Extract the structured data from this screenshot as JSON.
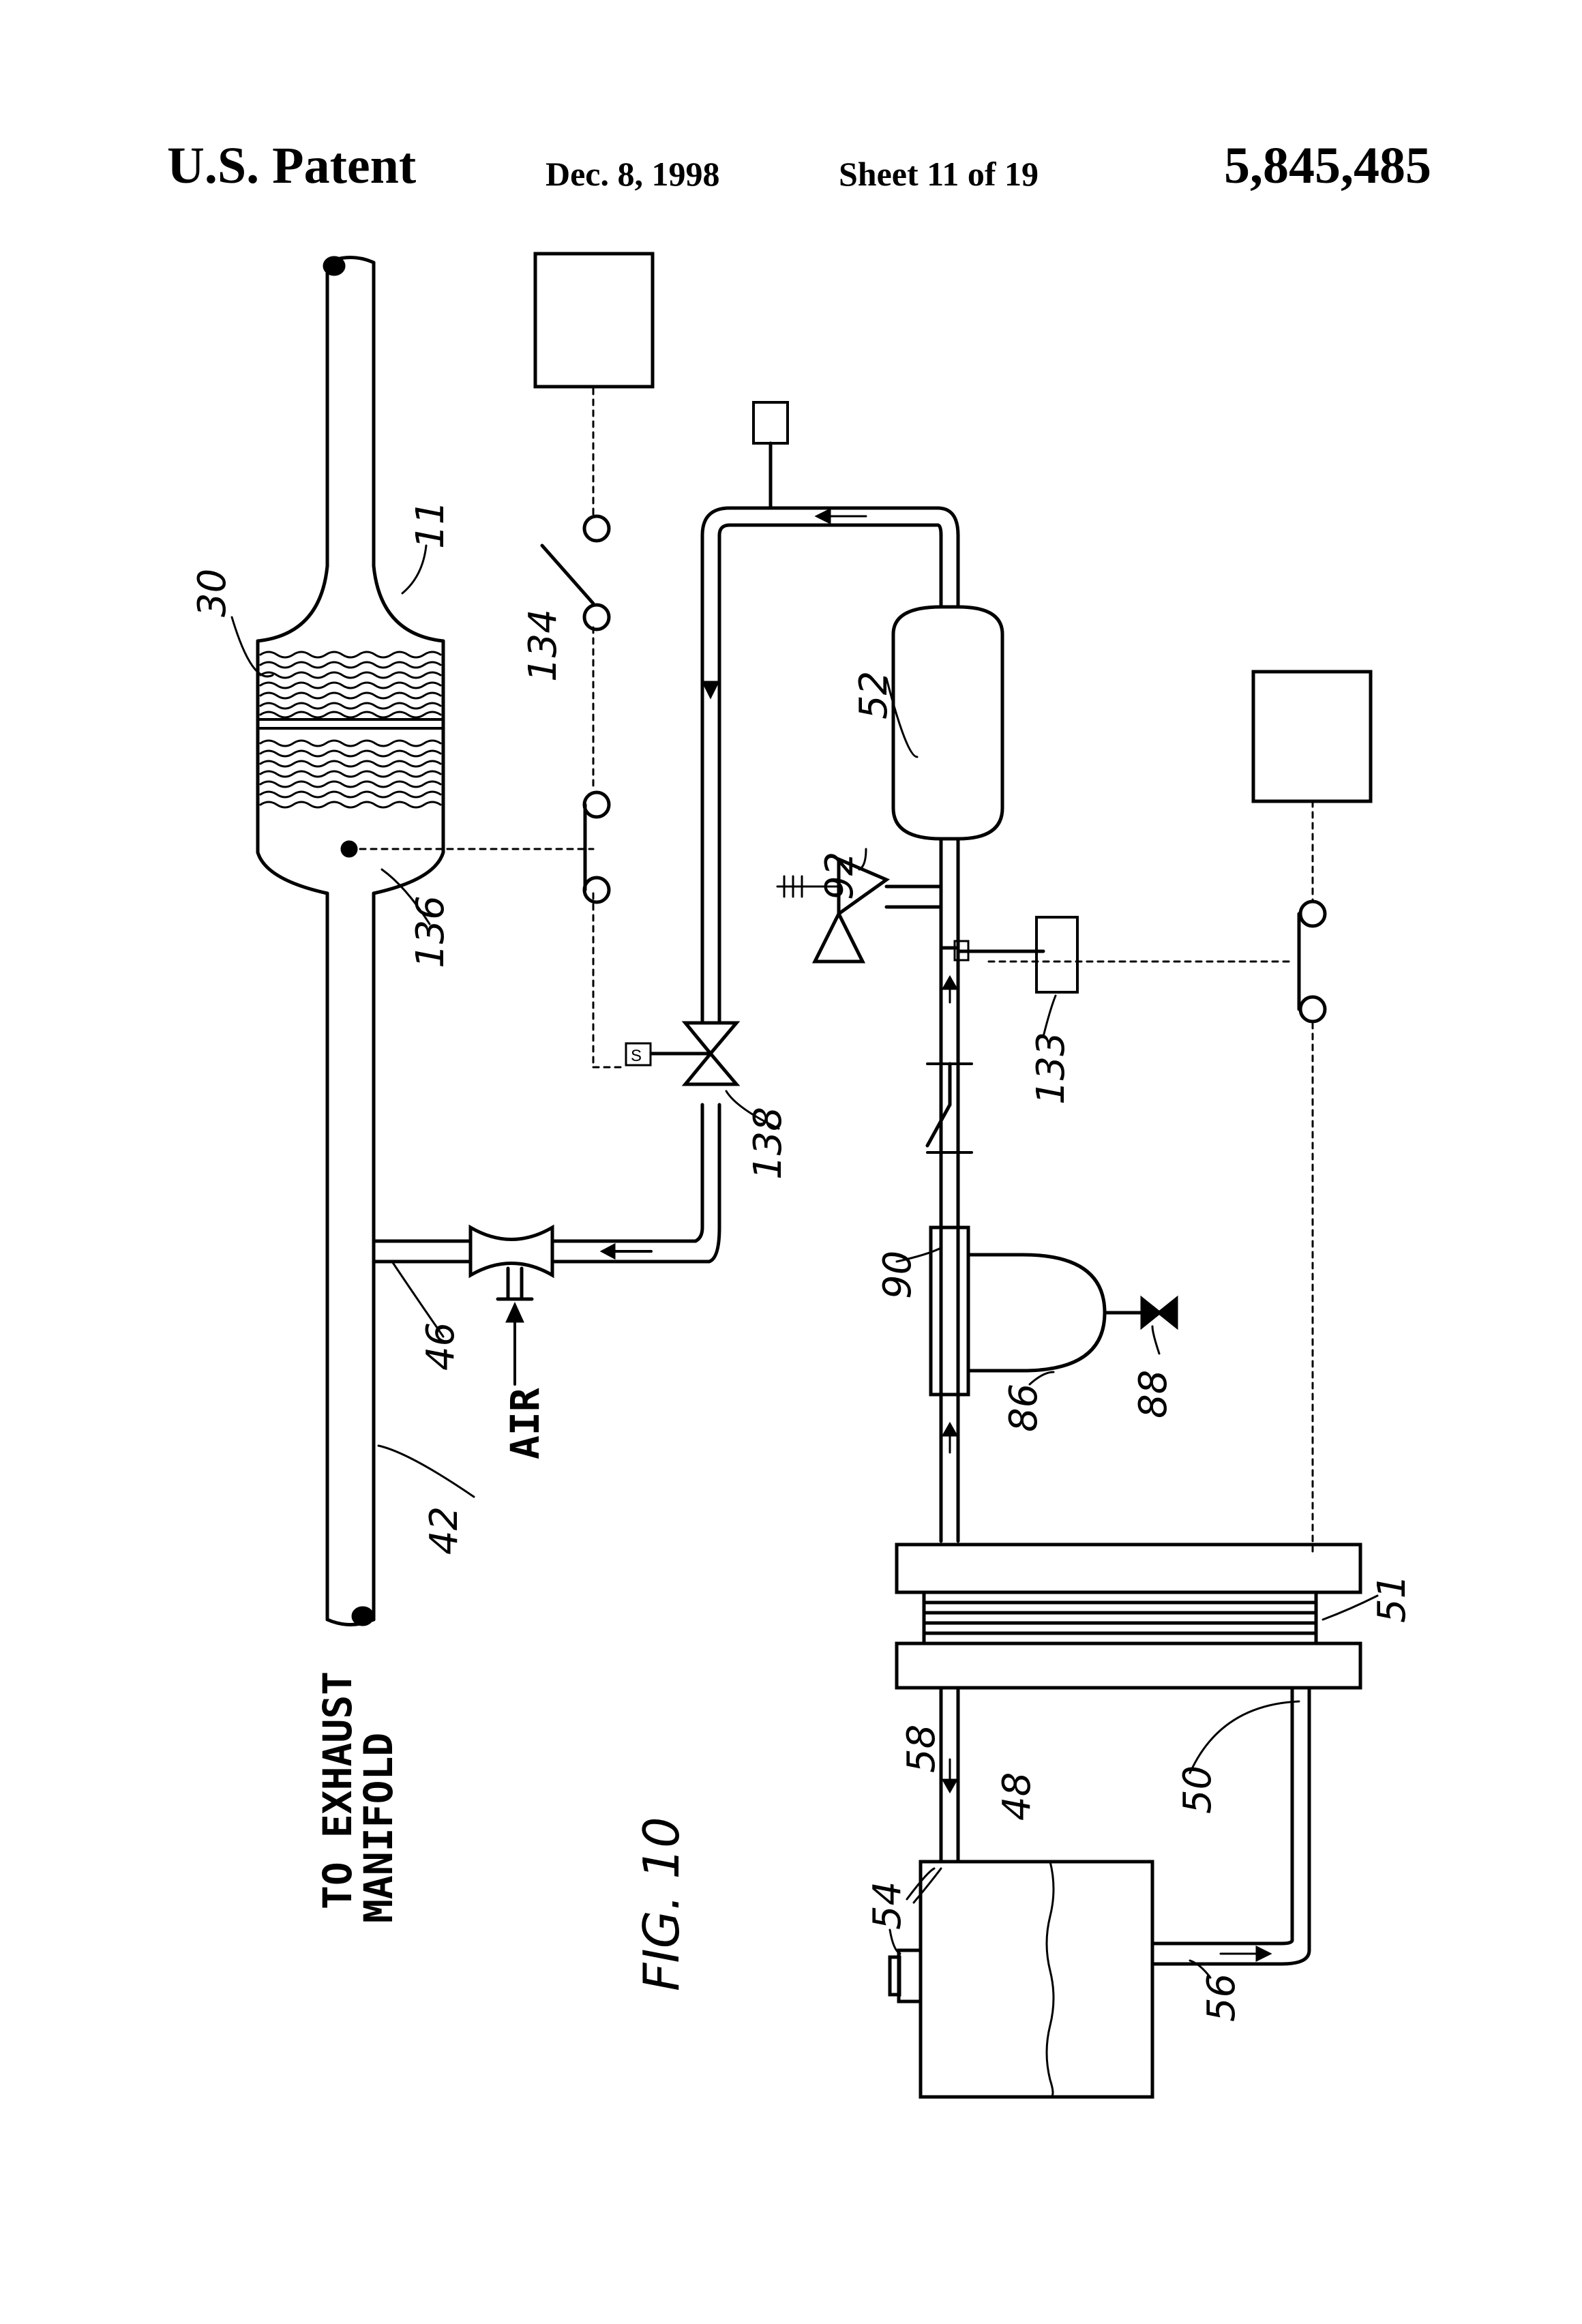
{
  "header": {
    "title": "U.S. Patent",
    "date": "Dec. 8, 1998",
    "sheet": "Sheet 11 of 19",
    "patent_number": "5,845,485"
  },
  "figure": {
    "caption": "FIG. 10",
    "text_exhaust": "TO EXHAUST",
    "text_manifold": "MANIFOLD",
    "text_air": "AIR",
    "switch_symbol": "S",
    "refs": {
      "r11": "11",
      "r30": "30",
      "r42": "42",
      "r46": "46",
      "r48": "48",
      "r50": "50",
      "r51": "51",
      "r52": "52",
      "r54": "54",
      "r56": "56",
      "r58": "58",
      "r86": "86",
      "r88": "88",
      "r90": "90",
      "r92": "92",
      "r133": "133",
      "r134": "134",
      "r136": "136",
      "r138": "138"
    }
  }
}
